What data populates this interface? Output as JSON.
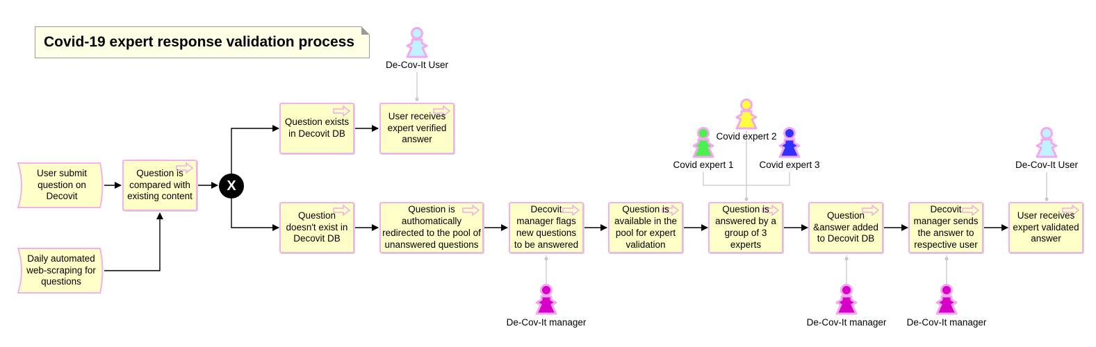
{
  "title": "Covid-19 expert response validation process",
  "events": {
    "user_submit": "User submit question on Decovit",
    "daily_scraping": "Daily automated web-scraping for questions"
  },
  "gateway": {
    "symbol": "X",
    "type": "exclusive"
  },
  "activities": {
    "compared": "Question is compared with existing content",
    "exists": "Question exists in Decovit DB",
    "user_receives_verified": "User receives expert verified answer",
    "doesnt_exist": "Question doesn't exist in Decovit DB",
    "redirected": "Question is authomatically redirected to the pool of unanswered questions",
    "flags": "Decovit manager flags new questions to be answered",
    "available": "Question is available in the pool for expert validation",
    "answered_group": "Question is answered by a group of 3 experts",
    "added_db": "Question &answer added to Decovit DB",
    "sends_answer": "Decovit manager sends the answer to respective user",
    "user_receives_validated": "User receives expert validated answer"
  },
  "actors": {
    "user_top": {
      "label": "De-Cov-It User",
      "color": "#bff3ff"
    },
    "expert1": {
      "label": "Covid expert 1",
      "color": "#4cf04c"
    },
    "expert2": {
      "label": "Covid expert 2",
      "color": "#ffff40"
    },
    "expert3": {
      "label": "Covid expert 3",
      "color": "#3030ff"
    },
    "user_right": {
      "label": "De-Cov-It User",
      "color": "#bff3ff"
    },
    "manager1": {
      "label": "De-Cov-It manager",
      "color": "#d600c8"
    },
    "manager2": {
      "label": "De-Cov-It manager",
      "color": "#d600c8"
    },
    "manager3": {
      "label": "De-Cov-It manager",
      "color": "#d600c8"
    }
  },
  "colors": {
    "box_fill": "#ffffc8",
    "box_border": "#f3b0ea",
    "actor_outline": "#f3a8ee",
    "note_fill": "#ffffe6"
  }
}
